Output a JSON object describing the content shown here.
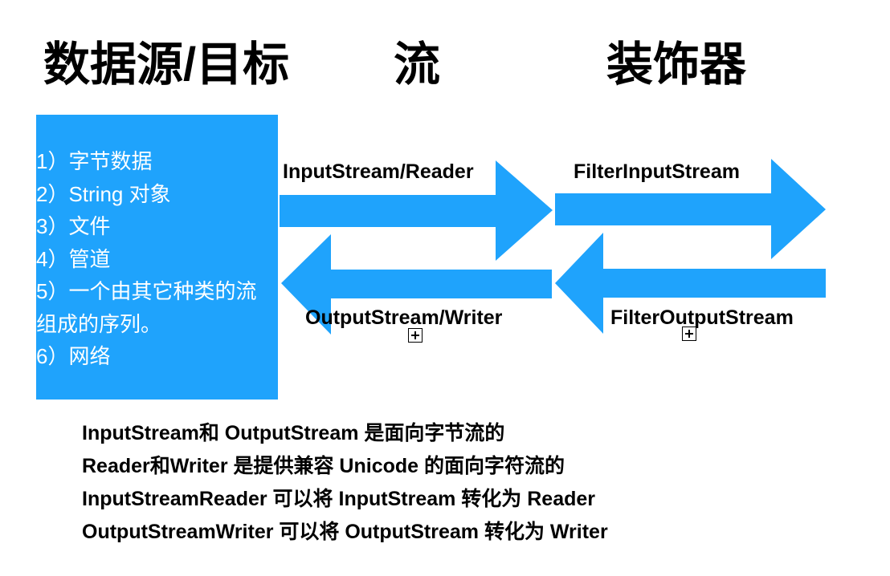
{
  "headings": {
    "source_target": "数据源/目标",
    "stream": "流",
    "decorator": "装饰器"
  },
  "colors": {
    "accent_blue": "#1fa3fc",
    "text": "#000000",
    "box_text": "#ffffff"
  },
  "source_box": {
    "items": [
      "1）字节数据",
      "2）String 对象",
      "3）文件",
      "4）管道",
      "5）一个由其它种类的流",
      "组成的序列。",
      "6）网络"
    ]
  },
  "arrows": {
    "input_stream": {
      "label": "InputStream/Reader",
      "direction": "right"
    },
    "filter_input": {
      "label": "FilterInputStream",
      "direction": "right"
    },
    "output_stream": {
      "label": "OutputStream/Writer",
      "direction": "left"
    },
    "filter_output": {
      "label": "FilterOutputStream",
      "direction": "left"
    }
  },
  "notes": [
    "InputStream和 OutputStream 是面向字节流的",
    "Reader和Writer 是提供兼容 Unicode 的面向字符流的",
    "InputStreamReader 可以将 InputStream 转化为 Reader",
    "OutputStreamWriter 可以将 OutputStream 转化为 Writer"
  ]
}
